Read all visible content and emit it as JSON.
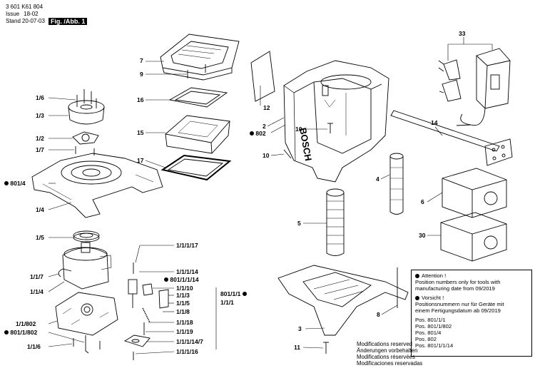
{
  "header": {
    "part_number": "3 601 K61 804",
    "issue_label": "Issue",
    "issue_value": "18-02",
    "stand_label": "Stand",
    "stand_value": "20-07-03",
    "fig_label": "Fig. /Abb. 1"
  },
  "callouts": {
    "c7": "7",
    "c9": "9",
    "c16": "16",
    "c15": "15",
    "c17": "17",
    "c1_6": "1/6",
    "c1_3": "1/3",
    "c1_2": "1/2",
    "c1_7": "1/7",
    "c801_4": "801/4",
    "c1_4": "1/4",
    "c1_5": "1/5",
    "c1_1_7": "1/1/7",
    "c1_1_4": "1/1/4",
    "c1_1_802": "1/1/802",
    "c801_1_802": "801/1/802",
    "c1_1_6": "1/1/6",
    "c1_1_1_17": "1/1/1/17",
    "c1_1_1_14": "1/1/1/14",
    "c801_1_1_14": "801/1/1/14",
    "c1_1_10": "1/1/10",
    "c1_1_3": "1/1/3",
    "c1_1_5": "1/1/5",
    "c1_1_8": "1/1/8",
    "c801_1_1": "801/1/1",
    "c1_1_1": "1/1/1",
    "c1_1_18": "1/1/18",
    "c1_1_19": "1/1/19",
    "c1_1_1_14_7": "1/1/1/14/7",
    "c1_1_1_16": "1/1/1/16",
    "c12": "12",
    "c2": "2",
    "c802": "802",
    "c10a": "10",
    "c10b": "10",
    "c33": "33",
    "c14": "14",
    "c4": "4",
    "c5": "5",
    "c6": "6",
    "c30": "30",
    "c3": "3",
    "c8": "8",
    "c11": "11"
  },
  "brand_on_housing": "BOSCH",
  "note": {
    "attention_title": "Attention !",
    "attention_text_1": "Position numbers only for tools with",
    "attention_text_2": "manufacturing date from 09/2019",
    "vorsicht_title": "Vorsicht !",
    "vorsicht_text_1": "Positionsnummern nur für Geräte mit",
    "vorsicht_text_2": "einem Fertigungsdatum ab 09/2019",
    "positions": [
      "Pos. 801/1/1",
      "Pos. 801/1/802",
      "Pos. 801/4",
      "Pos. 802",
      "Pos. 801/1/1/14"
    ]
  },
  "modifications": [
    "Modifications reserved",
    "Änderungen vorbehalten",
    "Modifications réservées",
    "Modificaciones reservadas"
  ]
}
